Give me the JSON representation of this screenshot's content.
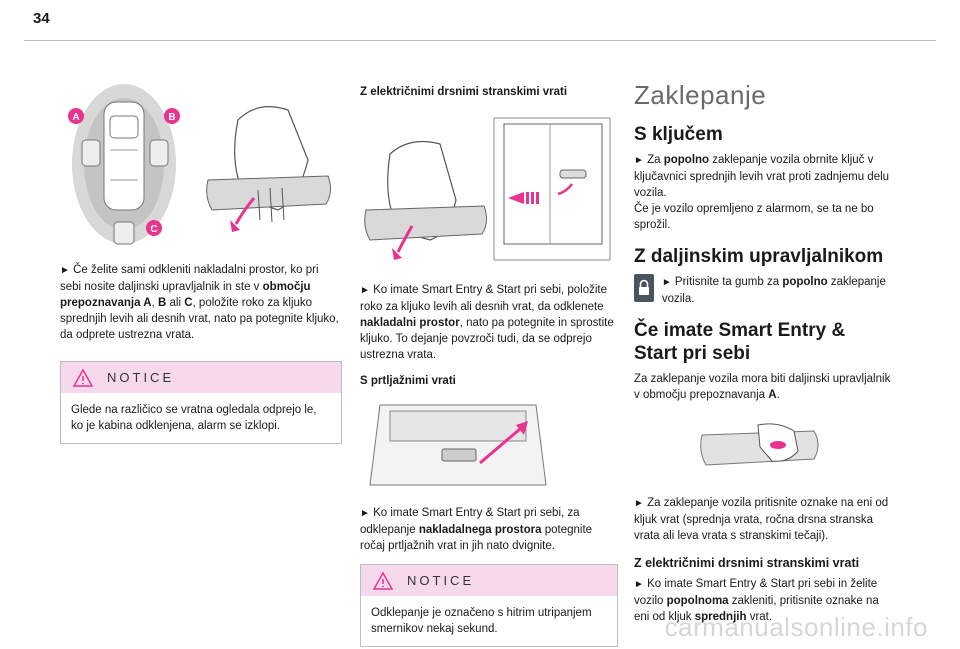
{
  "page_number": "34",
  "col1": {
    "diagram_labels": {
      "a": "A",
      "b": "B",
      "c": "C"
    },
    "para": {
      "arrow": "►",
      "t1": " Če želite sami odkleniti nakladalni prostor, ko pri sebi nosite daljinski upravljalnik in ste v ",
      "b1": "območju prepoznavanja A",
      "t2": ", ",
      "b2": "B",
      "t3": " ali ",
      "b3": "C",
      "t4": ", položite roko za kljuko sprednjih levih ali desnih vrat, nato pa potegnite kljuko, da odprete ustrezna vrata."
    },
    "notice": {
      "title": "NOTICE",
      "text": "Glede na različico se vratna ogledala odprejo le, ko je kabina odklenjena, alarm se izklopi."
    }
  },
  "col2": {
    "heading1": "Z električnimi drsnimi stranskimi vrati",
    "para1": {
      "arrow": "►",
      "t1": " Ko imate Smart Entry & Start pri sebi, položite roko za kljuko levih ali desnih vrat, da odklenete ",
      "b1": "nakladalni prostor",
      "t2": ", nato pa potegnite in sprostite kljuko. To dejanje povzroči tudi, da se odprejo ustrezna vrata."
    },
    "heading2": "S prtljažnimi vrati",
    "para2": {
      "arrow": "►",
      "t1": " Ko imate Smart Entry & Start pri sebi, za odklepanje ",
      "b1": "nakladalnega prostora",
      "t2": " potegnite ročaj prtljažnih vrat in jih nato dvignite."
    },
    "notice": {
      "title": "NOTICE",
      "text": "Odklepanje je označeno s hitrim utripanjem smernikov nekaj sekund."
    }
  },
  "col3": {
    "title": "Zaklepanje",
    "section1": {
      "heading": "S ključem",
      "arrow": "►",
      "t1": " Za ",
      "b1": "popolno",
      "t2": " zaklepanje vozila obrnite ključ v ključavnici sprednjih levih vrat proti zadnjemu delu vozila.",
      "t3": "Če je vozilo opremljeno z alarmom, se ta ne bo sprožil."
    },
    "section2": {
      "heading": "Z daljinskim upravljalnikom",
      "arrow": "►",
      "t1": " Pritisnite ta gumb za ",
      "b1": "popolno",
      "t2": " zaklepanje vozila."
    },
    "section3": {
      "heading_line1": "Če imate Smart Entry &",
      "heading_line2": "Start pri sebi",
      "t1": "Za zaklepanje vozila mora biti daljinski upravljalnik v območju prepoznavanja ",
      "b1": "A",
      "t2": ".",
      "arrow": "►",
      "t3": " Za zaklepanje vozila pritisnite oznake na eni od kljuk vrat (sprednja vrata, ročna drsna stranska vrata ali leva vrata s stranskimi tečaji)."
    },
    "section4": {
      "heading": "Z električnimi drsnimi stranskimi vrati",
      "arrow": "►",
      "t1": " Ko imate Smart Entry & Start pri sebi in želite vozilo ",
      "b1": "popolnoma",
      "t2": " zakleniti, pritisnite oznake na eni od kljuk ",
      "b2": "sprednjih",
      "t3": " vrat."
    }
  },
  "watermark": "carmanualsonline.info",
  "colors": {
    "accent_pink": "#e8338f",
    "notice_bg": "#f7d9ee",
    "heading_grey": "#6a6a6a"
  }
}
